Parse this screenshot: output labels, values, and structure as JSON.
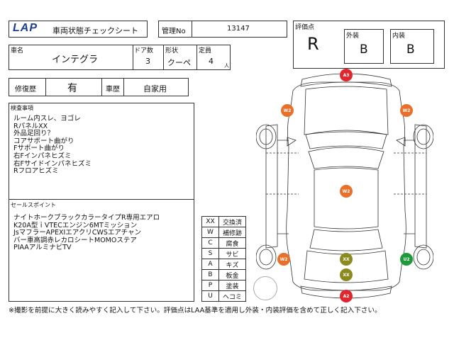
{
  "header": {
    "logo_text": "LAP",
    "title": "車両状態チェックシート",
    "mgmt_label": "管理No",
    "mgmt_value": "13147"
  },
  "rating": {
    "label": "評価点",
    "value": "R",
    "exterior_label": "外装",
    "exterior_value": "B",
    "interior_label": "内装",
    "interior_value": "B"
  },
  "vehicle": {
    "name_label": "車名",
    "name_value": "インテグラ",
    "doors_label": "ドア数",
    "doors_value": "3",
    "shape_label": "形状",
    "shape_value": "クーペ",
    "capacity_label": "定員",
    "capacity_value": "4",
    "capacity_unit": "人"
  },
  "history": {
    "repair_label": "修復歴",
    "repair_value": "有",
    "use_label": "車歴",
    "use_value": "自家用"
  },
  "inspection": {
    "label": "検査事項",
    "items": [
      "ルーム内スレ、ヨゴレ",
      "RパネルXX",
      "外品足回り？",
      "コアサポート曲がり",
      "Fサポート曲がり",
      "右Fインパネヒズミ",
      "右Fサイドインパネヒズミ",
      "Rフロアヒズミ"
    ]
  },
  "sales_points": {
    "label": "セールスポイント",
    "items": [
      "ナイトホークブラックカラータイプR専用エアロ",
      "K20A型ｉVTECエンジン6MTミッション",
      "JsマフラーAPEXIエアクリCWSエアチャン",
      "バー車高調赤レカロシートMOMOステア",
      "PIAAアルミナビTV"
    ]
  },
  "legend": [
    {
      "code": "XX",
      "meaning": "交換済"
    },
    {
      "code": "W",
      "meaning": "補修跡"
    },
    {
      "code": "C",
      "meaning": "腐食"
    },
    {
      "code": "S",
      "meaning": "サビ"
    },
    {
      "code": "A",
      "meaning": "キズ"
    },
    {
      "code": "B",
      "meaning": "板金"
    },
    {
      "code": "P",
      "meaning": "塗装"
    },
    {
      "code": "U",
      "meaning": "ヘコミ"
    }
  ],
  "damage_markers": [
    {
      "code": "A3",
      "color": "#e0262e"
    },
    {
      "code": "W2",
      "color": "#e8702a"
    },
    {
      "code": "W2",
      "color": "#e8702a"
    },
    {
      "code": "W2",
      "color": "#e8702a"
    },
    {
      "code": "W2",
      "color": "#e8702a"
    },
    {
      "code": "XX",
      "color": "#8a8a1e"
    },
    {
      "code": "XX",
      "color": "#8a8a1e"
    },
    {
      "code": "U2",
      "color": "#1f9a3a"
    },
    {
      "code": "A2",
      "color": "#e0262e"
    }
  ],
  "footer": {
    "note": "※撮影を前提に大きく読みやすく記入して下さい。評価点はLAA基準を適用し外装・内装評価を含めて正しく記入下さい。"
  }
}
